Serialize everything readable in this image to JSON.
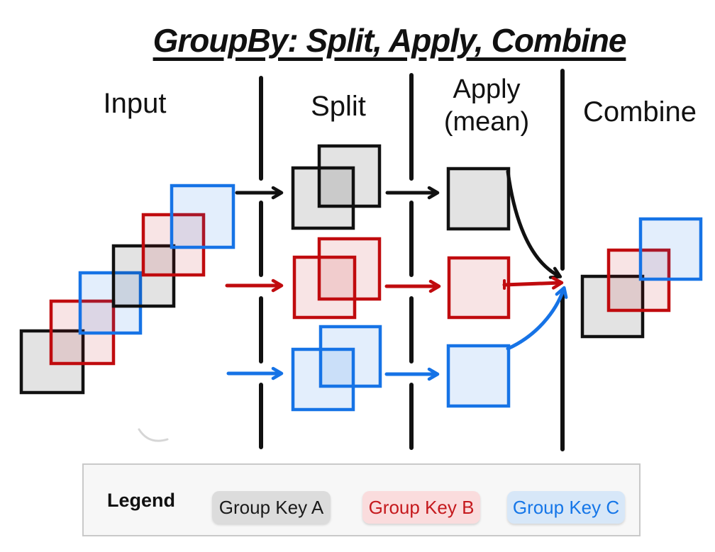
{
  "title": "GroupBy: Split, Apply, Combine",
  "columns": {
    "input": "Input",
    "split": "Split",
    "apply_line1": "Apply",
    "apply_line2": "(mean)",
    "combine": "Combine"
  },
  "legend": {
    "label": "Legend",
    "keys": [
      {
        "label": "Group Key A",
        "color": "#dcdcdc"
      },
      {
        "label": "Group Key B",
        "color": "#fadcdd"
      },
      {
        "label": "Group Key C",
        "color": "#d7e7f8"
      }
    ]
  },
  "colors": {
    "ink": "#111111",
    "gray_stroke": "#111111",
    "red_stroke": "#c00b0e",
    "blue_stroke": "#1673e6",
    "gray_fill": "rgba(0,0,0,0.11)",
    "red_fill": "rgba(192,11,14,0.11)",
    "blue_fill": "rgba(22,115,230,0.12)",
    "legend_box_bg": "#f7f7f7",
    "legend_box_border": "#c9c9c9",
    "pill_a_bg": "#dcdcdc",
    "pill_a_text": "#1a1a1a",
    "pill_b_bg": "#fadcdd",
    "pill_b_text": "#c5191d",
    "pill_c_bg": "#d7e7f8",
    "pill_c_text": "#1576e8"
  }
}
